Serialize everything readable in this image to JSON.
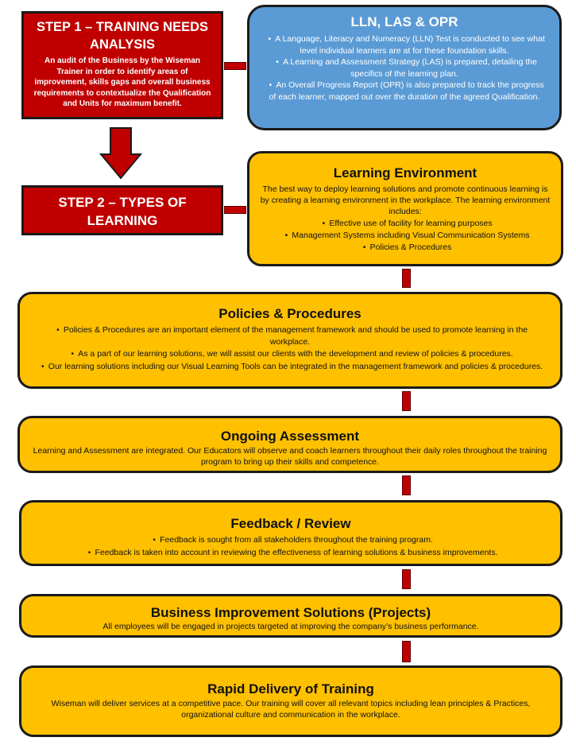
{
  "step1": {
    "title": "STEP 1 – TRAINING NEEDS ANALYSIS",
    "body": "An audit of the Business by the Wiseman Trainer in order to identify areas of improvement, skills gaps and overall business requirements to contextualize the Qualification and Units for maximum benefit."
  },
  "lln": {
    "title": "LLN, LAS & OPR",
    "items": [
      "A Language, Literacy and Numeracy (LLN) Test is conducted to see what level individual learners are at for these foundation skills.",
      "A Learning and Assessment Strategy (LAS) is prepared, detailing the specifics of the learning plan.",
      "An Overall Progress Report (OPR) is also prepared to track the progress of each learner, mapped out over the duration of the agreed Qualification."
    ]
  },
  "step2": {
    "title": "STEP 2 – TYPES OF LEARNING"
  },
  "learning_env": {
    "title": "Learning Environment",
    "body": "The best way to deploy learning solutions and promote continuous learning is by creating a learning environment in the workplace. The learning environment includes:",
    "items": [
      "Effective use of facility for learning purposes",
      "Management Systems including Visual Communication Systems",
      "Policies & Procedures"
    ]
  },
  "policies": {
    "title": "Policies & Procedures",
    "items": [
      "Policies & Procedures are an important element of the management framework and should be used to promote learning in the workplace.",
      "As a part of our learning solutions, we will assist our clients with the development and review of policies & procedures.",
      "Our learning solutions including our Visual Learning Tools can be integrated in the management framework and policies & procedures."
    ]
  },
  "assessment": {
    "title": "Ongoing Assessment",
    "body": "Learning and Assessment are integrated. Our Educators will observe and coach learners throughout their daily roles throughout the training program to bring up their skills and competence."
  },
  "feedback": {
    "title": "Feedback / Review",
    "items": [
      "Feedback is sought from all stakeholders throughout the training program.",
      "Feedback is taken into account in reviewing the effectiveness of learning solutions & business improvements."
    ]
  },
  "projects": {
    "title": "Business Improvement Solutions (Projects)",
    "body": "All employees will be engaged in projects targeted at improving the company’s business performance."
  },
  "rapid": {
    "title": "Rapid Delivery of Training",
    "body": "Wiseman will deliver services at a competitive pace. Our training will cover all relevant topics including lean principles & Practices, organizational culture and communication in the workplace."
  },
  "colors": {
    "red": "#c00000",
    "blue": "#5b9bd5",
    "gold": "#ffc000"
  }
}
